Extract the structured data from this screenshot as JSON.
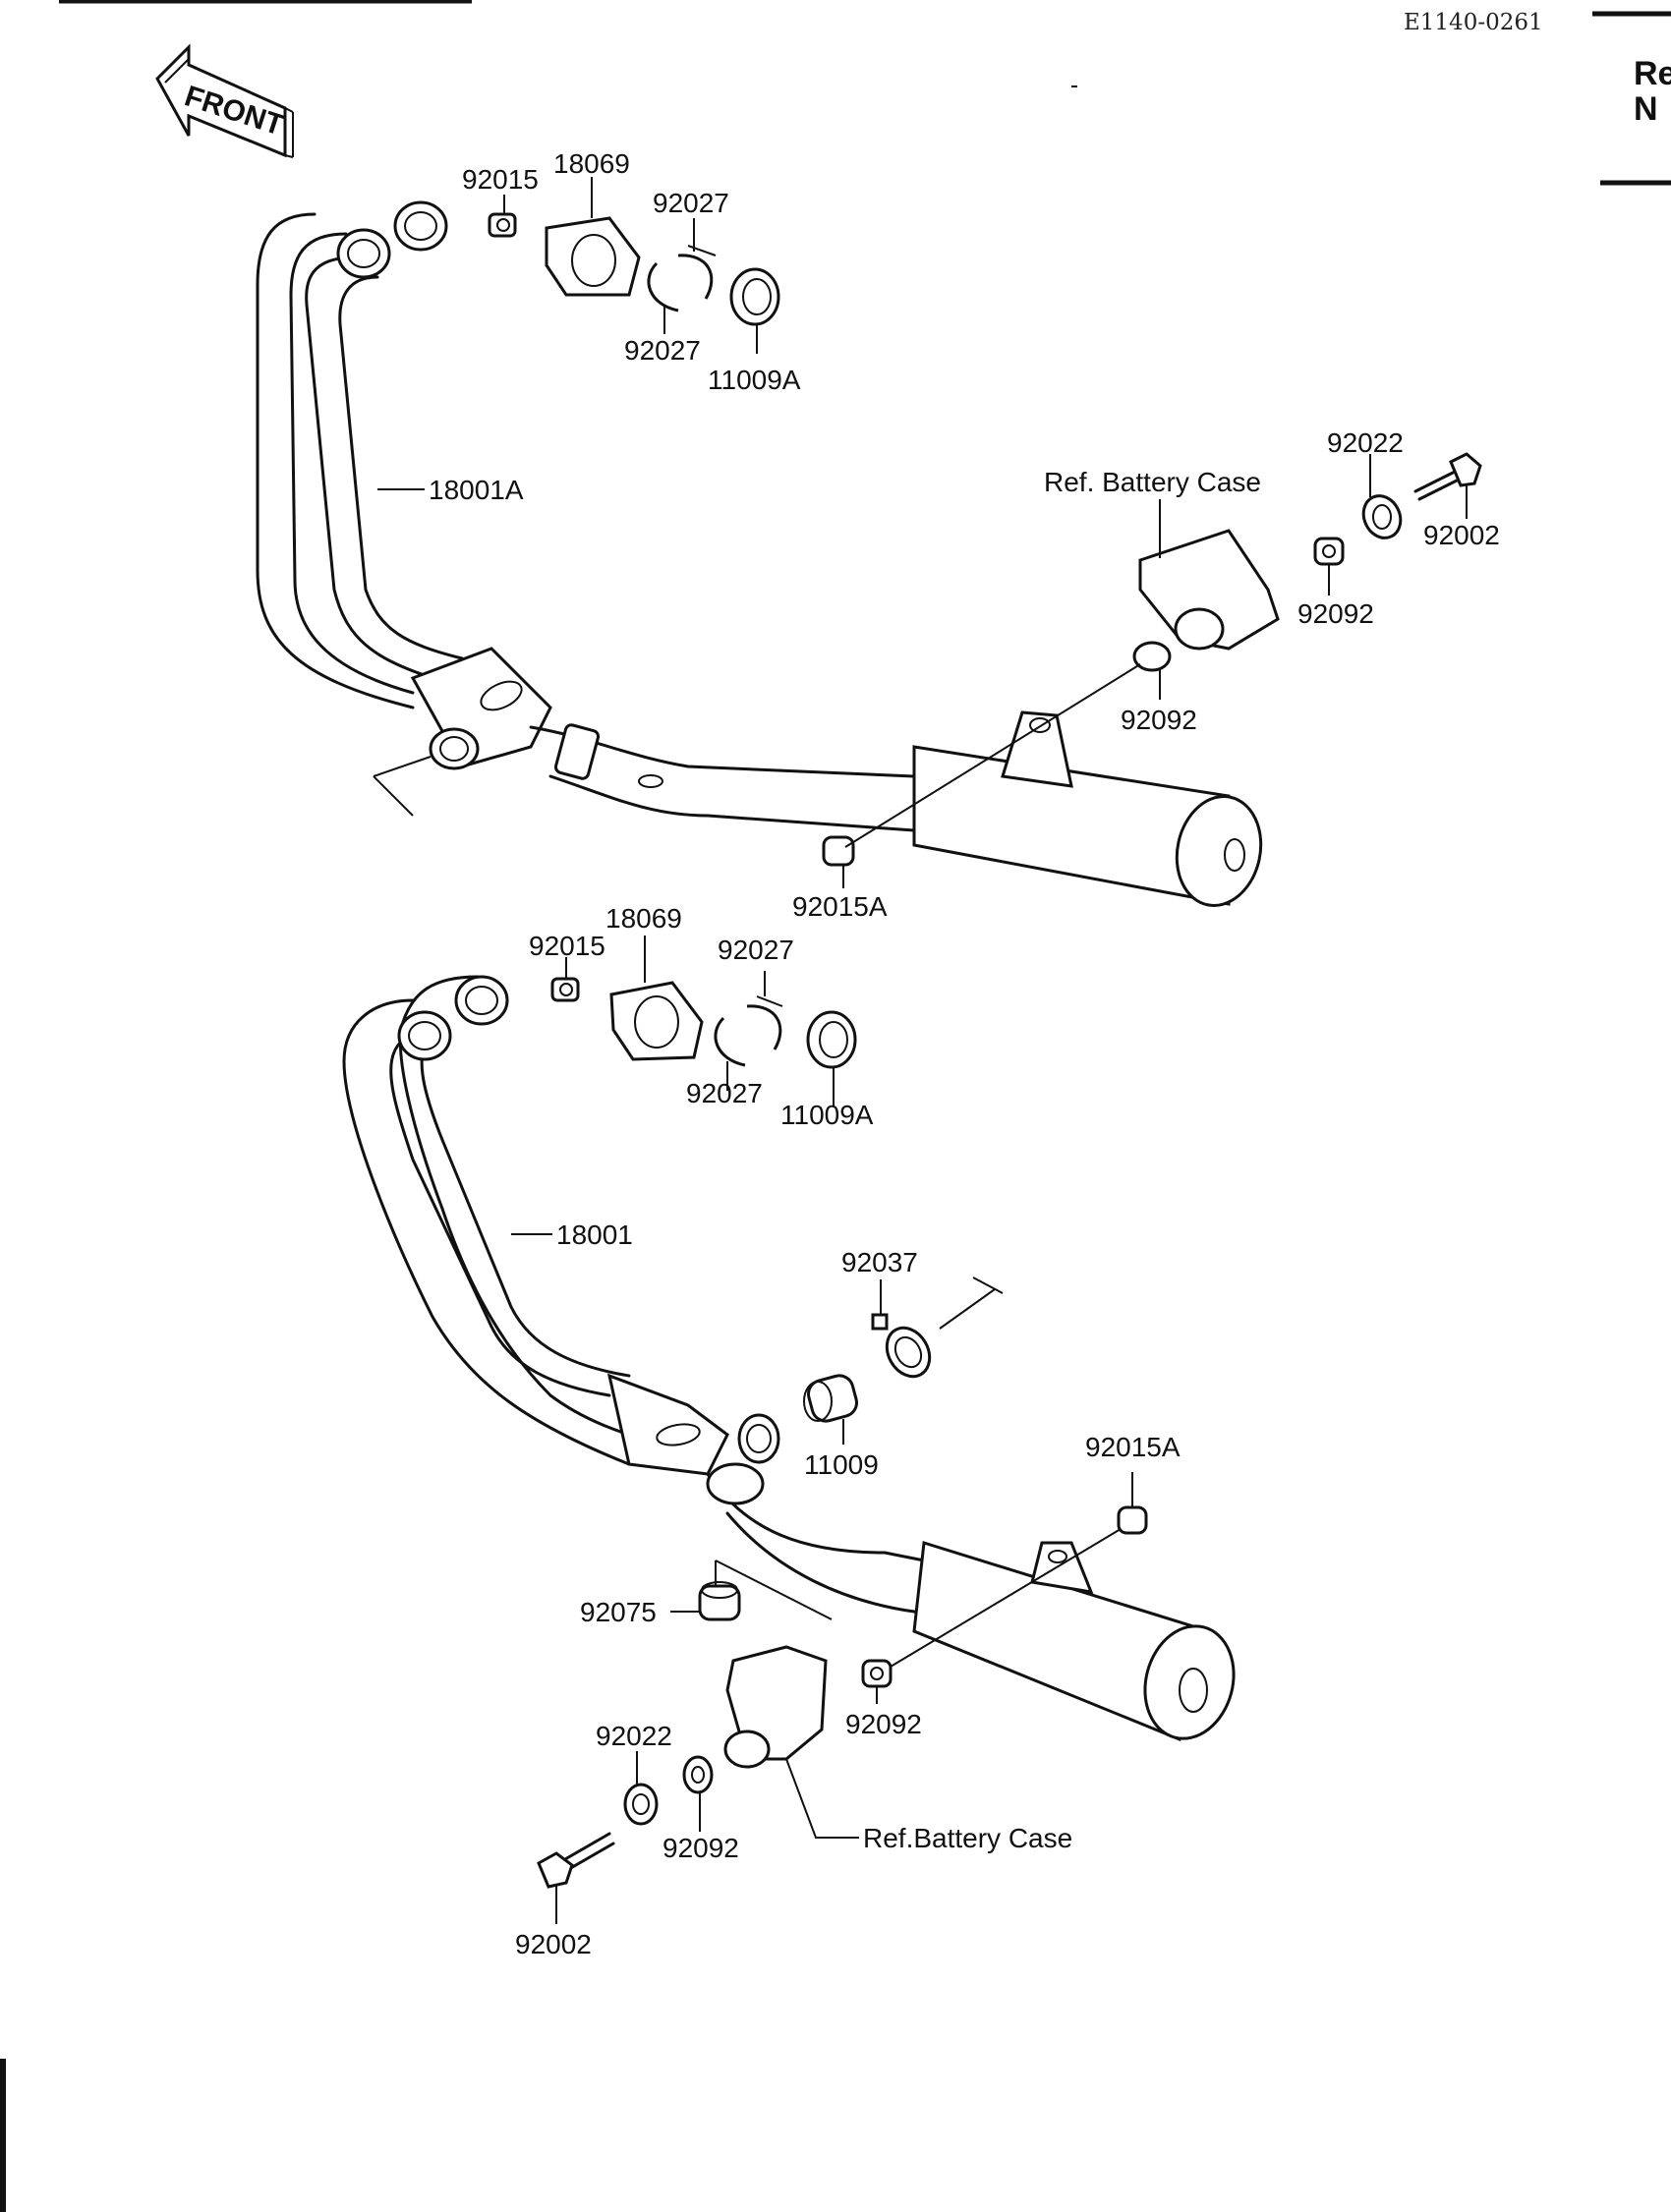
{
  "header": {
    "ref_code": "E1140-0261",
    "side_text": [
      "Re",
      "N"
    ],
    "front_text": "FRONT"
  },
  "upper_assembly": {
    "labels": {
      "p92015": "92015",
      "p18069": "18069",
      "p92027_top": "92027",
      "p92027_bottom": "92027",
      "p11009A": "11009A",
      "p18001A": "18001A",
      "ref_battery_case": "Ref. Battery Case",
      "p92022": "92022",
      "p92002": "92002",
      "p92092_a": "92092",
      "p92092_b": "92092",
      "p92015A": "92015A"
    }
  },
  "lower_assembly": {
    "labels": {
      "p92015": "92015",
      "p18069": "18069",
      "p92027_top": "92027",
      "p92027_bottom": "92027",
      "p11009A": "11009A",
      "p18001": "18001",
      "p92037": "92037",
      "p11009": "11009",
      "p92015A": "92015A",
      "p92075": "92075",
      "p92092_a": "92092",
      "p92022": "92022",
      "p92092_b": "92092",
      "ref_battery_case": "Ref.Battery Case",
      "p92002": "92002"
    }
  }
}
